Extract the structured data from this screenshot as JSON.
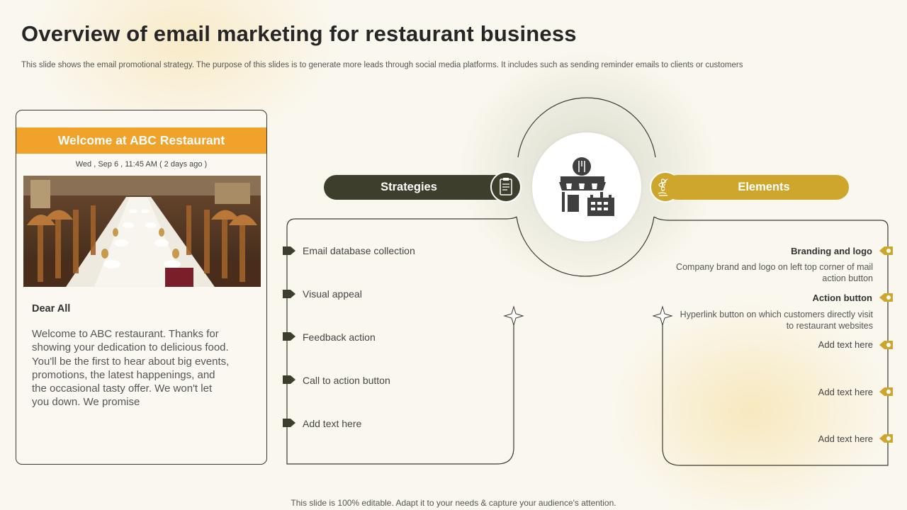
{
  "header": {
    "title": "Overview of email marketing for restaurant business",
    "subtitle": "This slide shows the email promotional strategy. The purpose of this slides is to generate more leads through social media platforms. It includes such as sending reminder emails to clients or customers"
  },
  "email_card": {
    "heading": "Welcome at ABC Restaurant",
    "date": "Wed , Sep 6 , 11:45 AM ( 2 days ago )",
    "greeting": "Dear All",
    "message": "Welcome to ABC restaurant.  Thanks for showing your dedication to delicious food. You'll be the first to hear about big events, promotions, the latest happenings, and the occasional tasty offer. We won't let you down. We promise"
  },
  "strategies": {
    "label": "Strategies",
    "icon": "clipboard-icon",
    "items": [
      "Email database collection",
      "Visual appeal",
      "Feedback action",
      "Call to action button",
      "Add text here"
    ]
  },
  "center": {
    "icon": "restaurant-store-icon"
  },
  "elements": {
    "label": "Elements",
    "icon": "atom-hand-icon",
    "items": [
      {
        "heading": "Branding and logo",
        "description": "Company brand and logo on left top corner of mail action button"
      },
      {
        "heading": "Action button",
        "description": "Hyperlink button on which customers directly visit to restaurant websites"
      },
      {
        "heading": "Add text here"
      },
      {
        "heading": "Add text here"
      },
      {
        "heading": "Add text here"
      }
    ]
  },
  "footer": {
    "note": "This slide is 100% editable. Adapt it to your needs & capture your audience's attention."
  },
  "colors": {
    "dark": "#3d3e2c",
    "gold": "#cfa62c",
    "orange": "#f0a22b"
  }
}
